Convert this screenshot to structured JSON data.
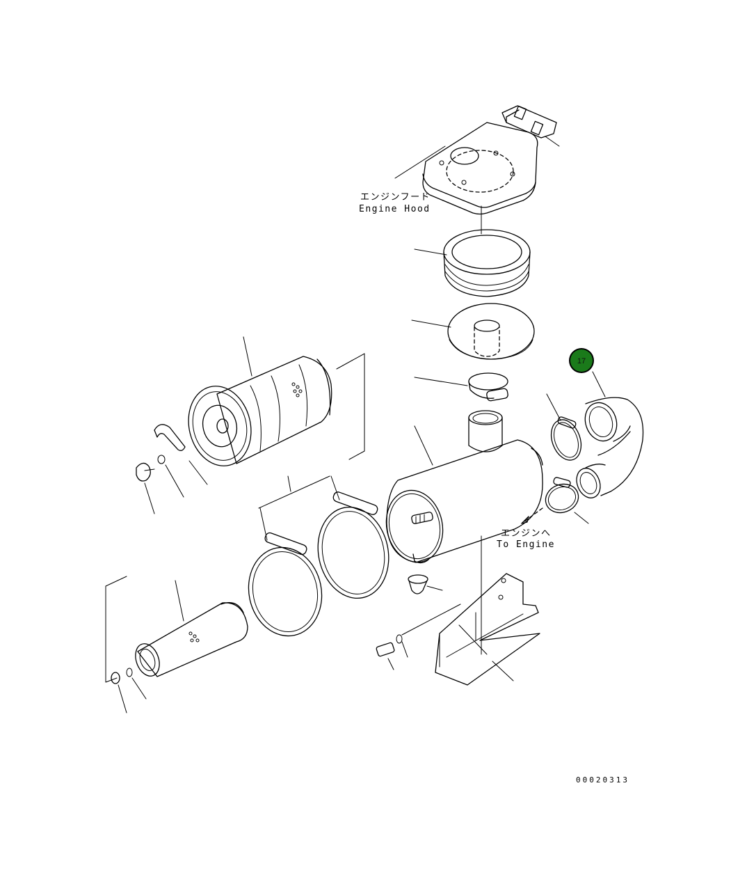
{
  "labels": {
    "engine_hood_jp": "エンジンフード",
    "engine_hood_en": "Engine Hood",
    "to_engine_jp": "エンジンへ",
    "to_engine_en": "To Engine"
  },
  "callout": {
    "number": "17",
    "color": "#1a7a1a"
  },
  "document_number": "00020313"
}
